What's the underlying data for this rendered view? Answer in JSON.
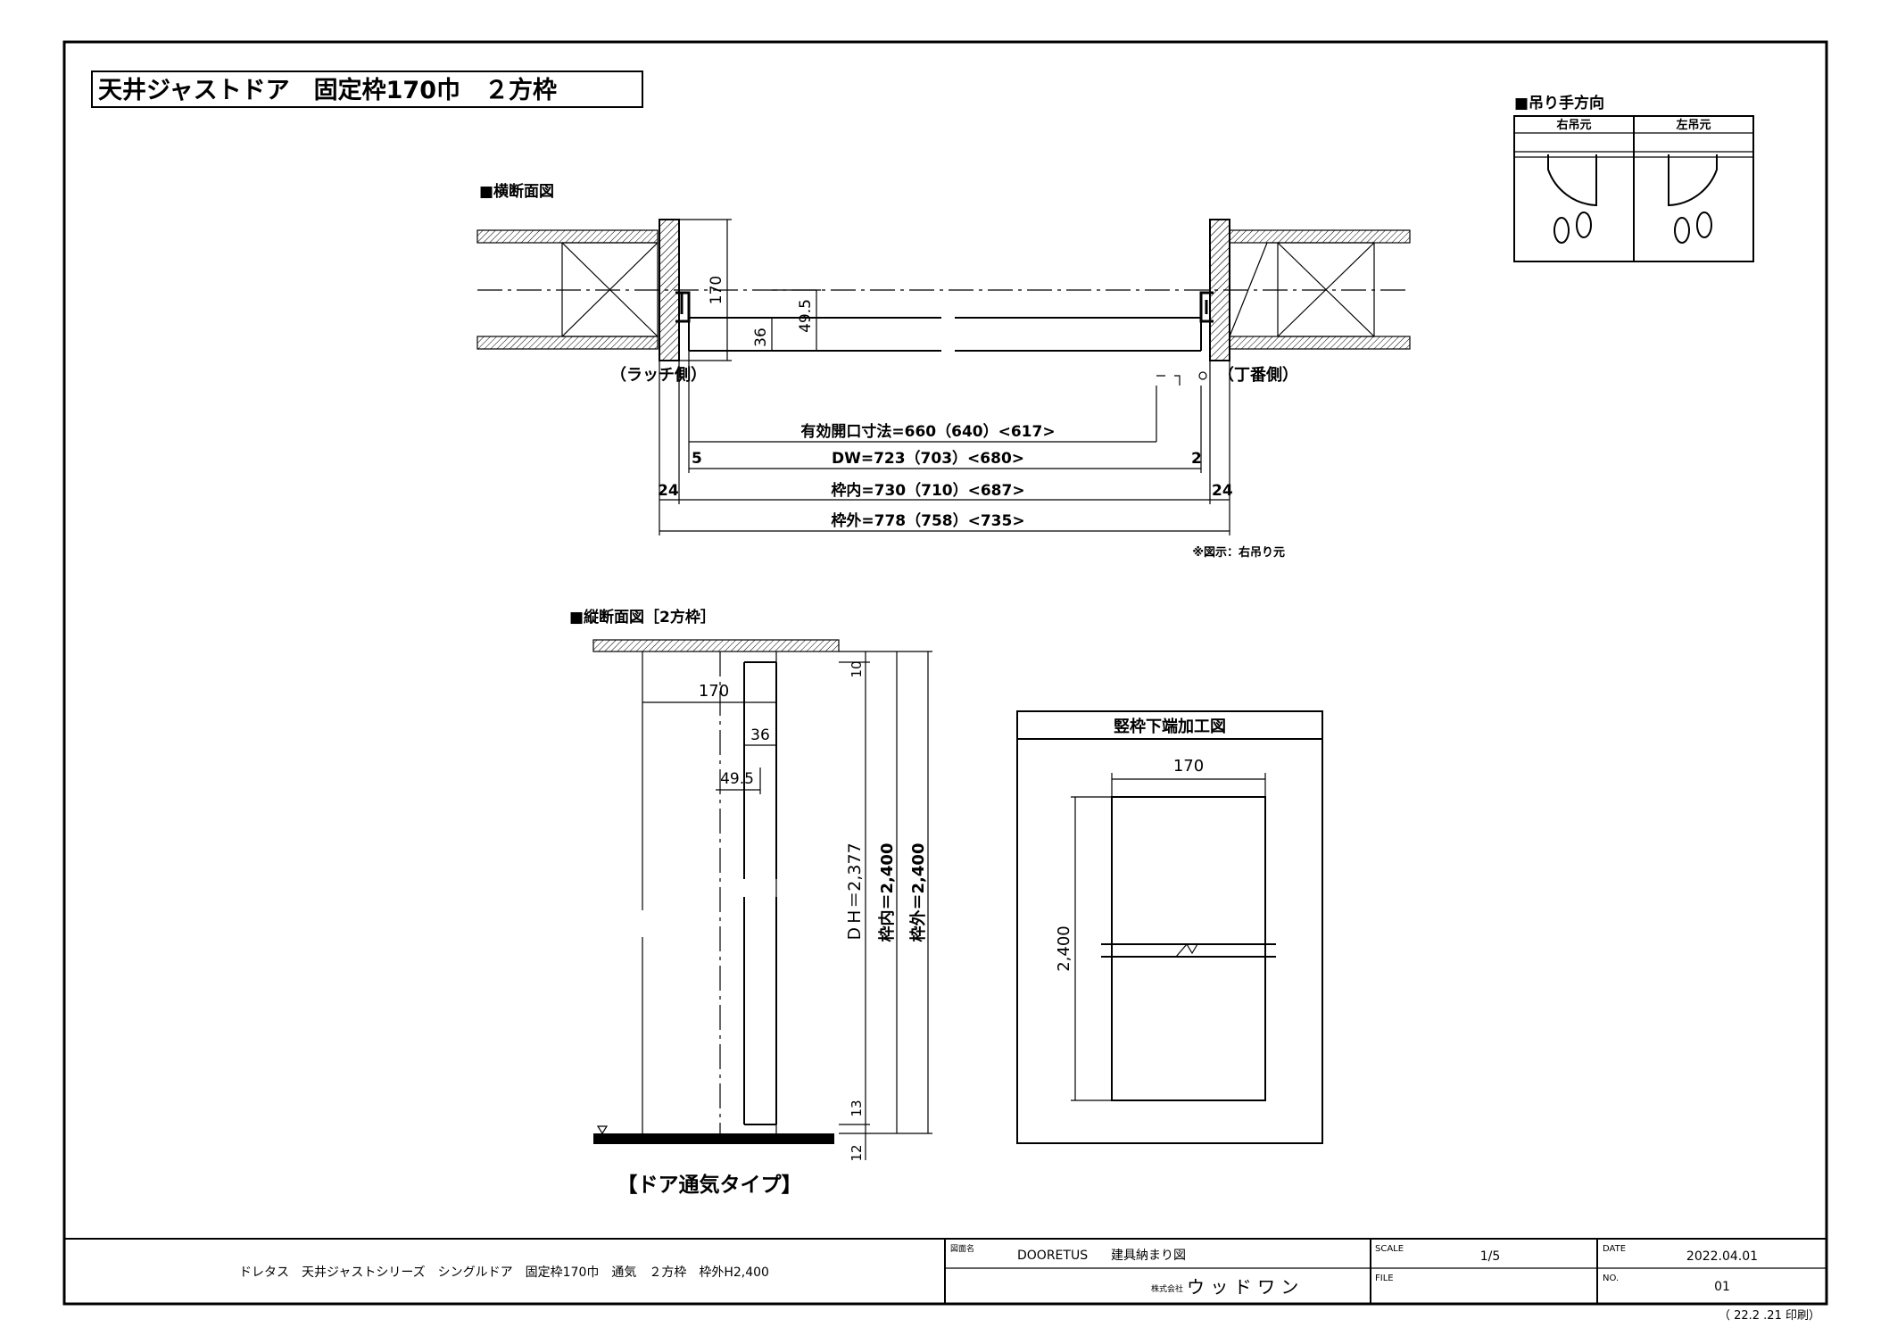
{
  "title": "天井ジャストドア　固定枠170巾　２方枠",
  "hinge_direction": {
    "heading": "■吊り手方向",
    "right_label": "右吊元",
    "left_label": "左吊元"
  },
  "horizontal_section": {
    "heading": "■横断面図",
    "latch_label": "（ラッチ側）",
    "hinge_label": "（丁番側）",
    "dim_170": "170",
    "dim_49_5": "49.5",
    "dim_36": "36",
    "opening": "有効開口寸法=660（640）<617>",
    "dw": "DW=723（703）<680>",
    "dw_left": "5",
    "dw_right": "2",
    "inner": "枠内=730（710）<687>",
    "inner_left": "24",
    "inner_right": "24",
    "outer": "枠外=778（758）<735>",
    "note": "※図示：右吊り元"
  },
  "vertical_section": {
    "heading": "■縦断面図［2方枠］",
    "dim_170": "170",
    "dim_36": "36",
    "dim_49_5": "49.5",
    "dim_10": "10",
    "dim_13": "13",
    "dim_12": "12",
    "dh": "ＤＨ＝2,377",
    "inner_h": "枠内＝2,400",
    "outer_h": "枠外＝2,400",
    "type_label": "【ドア通気タイプ】"
  },
  "bottom_detail": {
    "heading": "竪枠下端加工図",
    "width": "170",
    "height": "2,400"
  },
  "title_block": {
    "description": "ドレタス　天井ジャストシリーズ　シングルドア　固定枠170巾　通気　２方枠　枠外H2,400",
    "drawing_name_label": "図面名",
    "drawing_code": "DOORETUS",
    "drawing_name": "建具納まり図",
    "company_prefix": "株式会社",
    "company": "ウ ッ ド ワ ン",
    "scale_label": "SCALE",
    "scale": "1/5",
    "file_label": "FILE",
    "date_label": "DATE",
    "date": "2022.04.01",
    "no_label": "NO.",
    "no": "01",
    "printed": "（ 22.2 .21 印刷）"
  }
}
